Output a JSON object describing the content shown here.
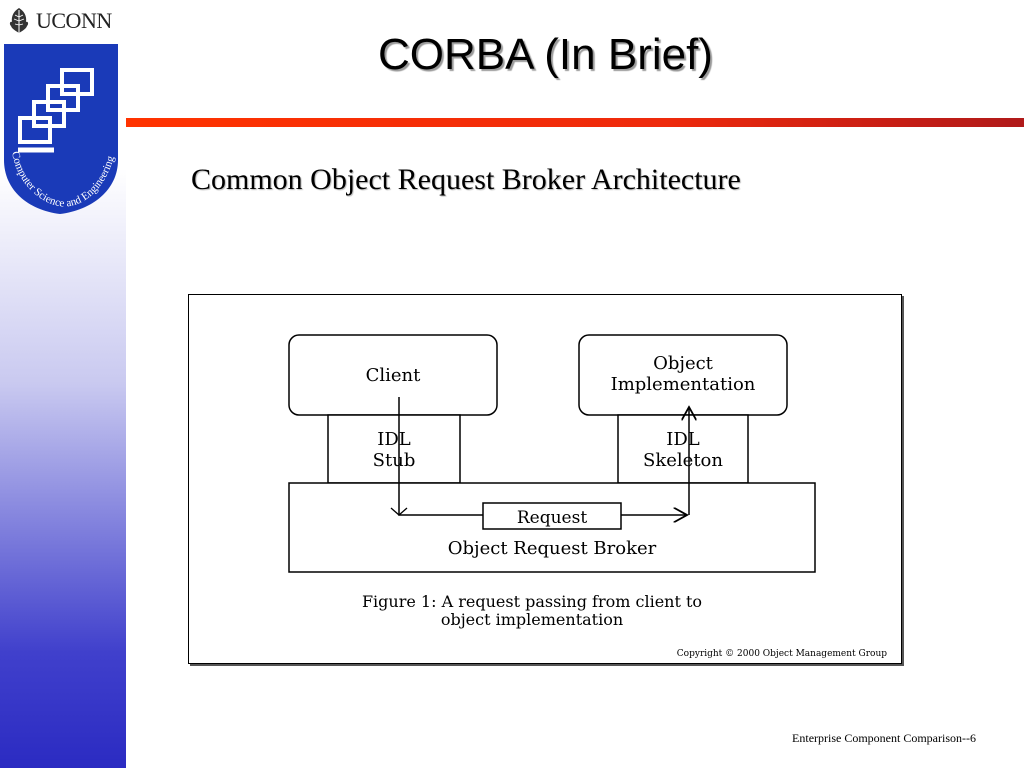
{
  "header": {
    "brand": "UCONN",
    "logo_caption": "Computer Science and Engineering",
    "title": "CORBA (In Brief)"
  },
  "main": {
    "subtitle": "Common Object Request Broker Architecture"
  },
  "diagram": {
    "client_label": "Client",
    "object_impl_line1": "Object",
    "object_impl_line2": "Implementation",
    "stub_line1": "IDL",
    "stub_line2": "Stub",
    "skeleton_line1": "IDL",
    "skeleton_line2": "Skeleton",
    "request_label": "Request",
    "orb_label": "Object Request Broker",
    "caption_line1": "Figure 1: A request passing from client to",
    "caption_line2": "object implementation",
    "copyright": "Copyright © 2000 Object Management Group"
  },
  "footer": {
    "text": "Enterprise Component Comparison--6"
  },
  "colors": {
    "divider": "#ee2a0c",
    "badge": "#1a3ab8",
    "side_band_bottom": "#2b2bc2"
  }
}
